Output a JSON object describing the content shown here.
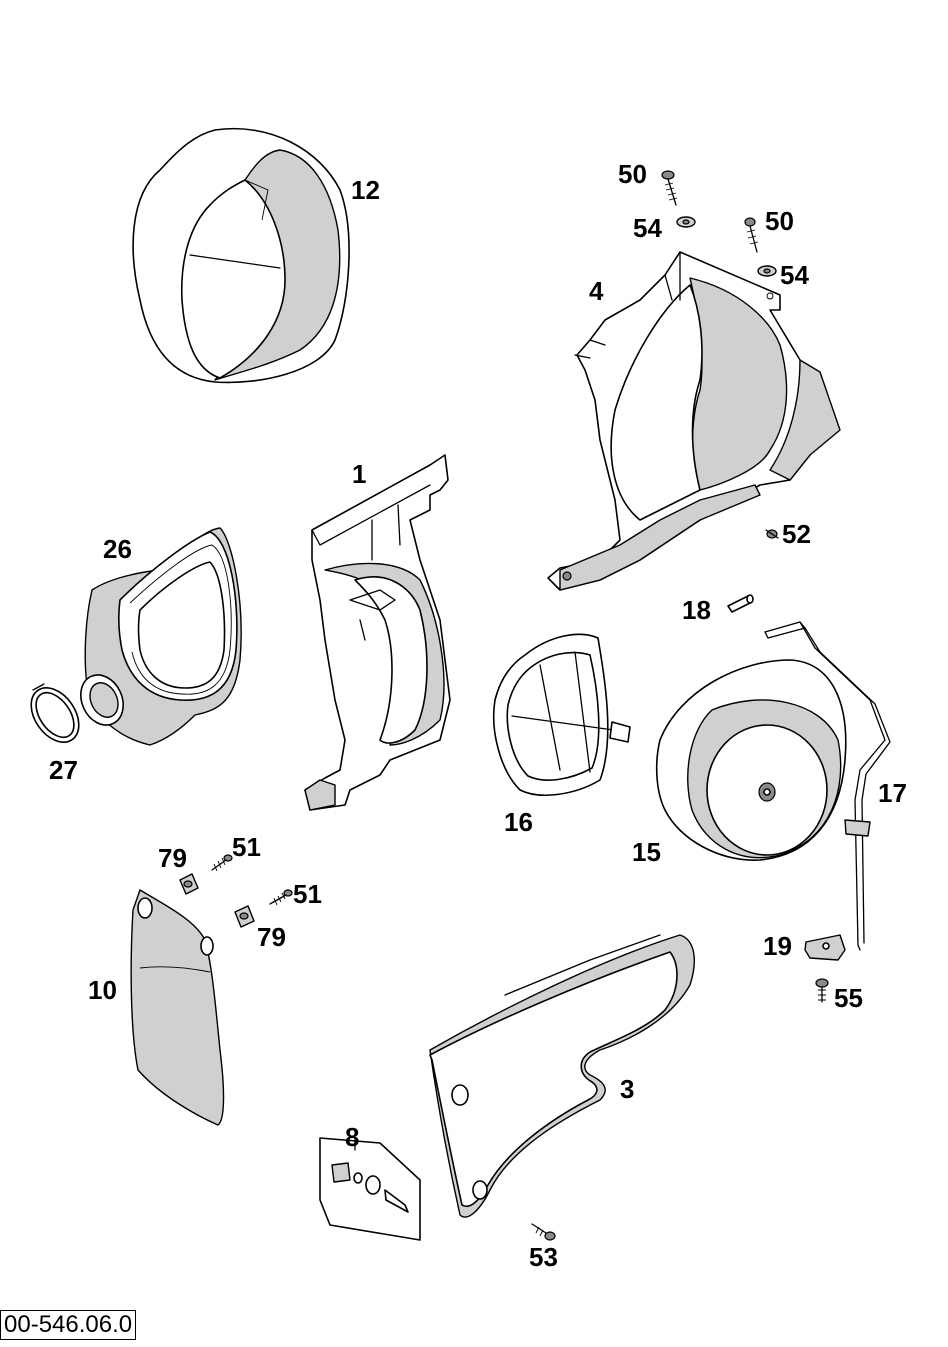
{
  "diagram": {
    "reference_code": "00-546.06.0",
    "callouts": {
      "c12": "12",
      "c50a": "50",
      "c54a": "54",
      "c50b": "50",
      "c54b": "54",
      "c4": "4",
      "c1": "1",
      "c26": "26",
      "c52": "52",
      "c18": "18",
      "c27": "27",
      "c16": "16",
      "c17": "17",
      "c15": "15",
      "c79a": "79",
      "c51a": "51",
      "c51b": "51",
      "c79b": "79",
      "c10": "10",
      "c19": "19",
      "c55": "55",
      "c3": "3",
      "c8": "8",
      "c53": "53"
    }
  }
}
